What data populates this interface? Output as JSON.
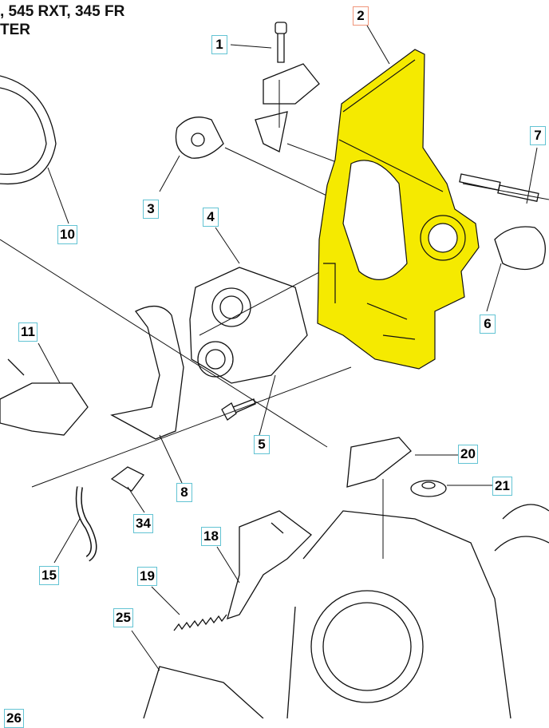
{
  "header": {
    "line1": ", 545 RXT, 345 FR",
    "line2": "TER"
  },
  "colors": {
    "highlight": "#f5ea00",
    "label_border": "#62c3d3",
    "selected_border": "#f0957a"
  },
  "parts": [
    {
      "id": "1"
    },
    {
      "id": "2",
      "selected": true
    },
    {
      "id": "3"
    },
    {
      "id": "4"
    },
    {
      "id": "5"
    },
    {
      "id": "6"
    },
    {
      "id": "7"
    },
    {
      "id": "8"
    },
    {
      "id": "10"
    },
    {
      "id": "11"
    },
    {
      "id": "15"
    },
    {
      "id": "18"
    },
    {
      "id": "19"
    },
    {
      "id": "20"
    },
    {
      "id": "21"
    },
    {
      "id": "25"
    },
    {
      "id": "26"
    },
    {
      "id": "34"
    }
  ]
}
